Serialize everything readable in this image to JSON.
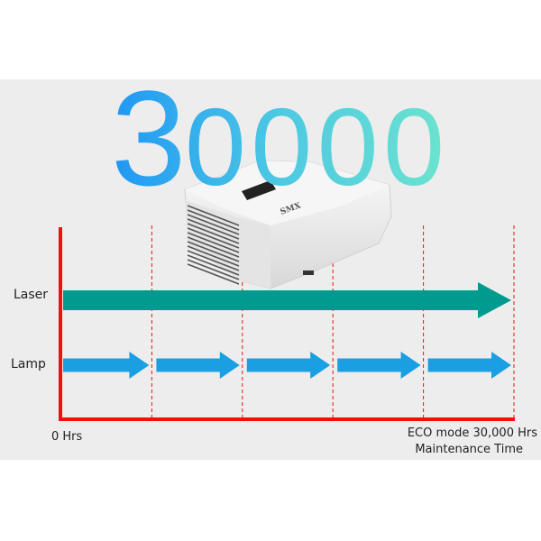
{
  "headline": {
    "first_digit": "3",
    "rest": "0000"
  },
  "colors": {
    "gradient_start": "#1e96f5",
    "gradient_end": "#6ae3cf",
    "axis": "#ee1111",
    "laser": "#009b8f",
    "lamp": "#1a9fe3",
    "band": "#ededed"
  },
  "product": {
    "brand_mark": "SMX"
  },
  "diagram": {
    "rows": [
      {
        "label": "Laser",
        "segments": 1
      },
      {
        "label": "Lamp",
        "segments": 5
      }
    ],
    "start_label": "0 Hrs",
    "end_label_line1": "ECO mode 30,000 Hrs",
    "end_label_line2": "Maintenance Time",
    "divisions": 5
  }
}
